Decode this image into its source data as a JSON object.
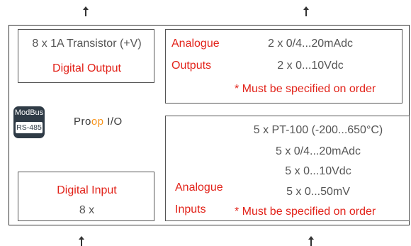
{
  "digital_output": {
    "spec": "8 x 1A Transistor (+V)",
    "title": "Digital Output"
  },
  "analogue_outputs": {
    "title_line1": "Analogue",
    "title_line2": "Outputs",
    "specs": [
      "2 x 0/4...20mAdc",
      "2 x 0...10Vdc"
    ],
    "note": "* Must be specified on order"
  },
  "badge": {
    "top": "ModBus",
    "bottom": "RS-485"
  },
  "logo": {
    "prefix": "Pro",
    "accent": "op",
    "suffix": " I/O",
    "accent_color": "#f7941d"
  },
  "digital_input": {
    "title": "Digital Input",
    "spec": "8 x"
  },
  "analogue_inputs": {
    "title_line1": "Analogue",
    "title_line2": "Inputs",
    "specs": [
      "5 x PT-100 (-200...650°C)",
      "5 x 0/4...20mAdc",
      "5 x 0...10Vdc",
      "5 x 0...50mV"
    ],
    "note": "* Must be specified on order"
  },
  "colors": {
    "label_red": "#e2231a",
    "text_gray": "#555555",
    "badge_bg": "#2f3b46"
  }
}
